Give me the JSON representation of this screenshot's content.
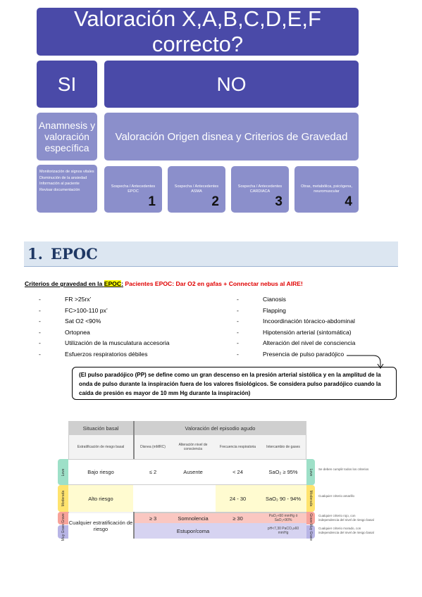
{
  "flowchart": {
    "question": "Valoración X,A,B,C,D,E,F correcto?",
    "yes": "SI",
    "no": "NO",
    "anamnesis": "Anamnesis y valoración específica",
    "valoracion": "Valoración Origen disnea y Criterios de Gravedad",
    "yes_actions": [
      "Monitorización de signos vitales",
      "Disminución de la ansiedad",
      "Información al paciente",
      "Revisar documentación"
    ],
    "branches": [
      {
        "text": "Sospecha / Antecedentes EPOC",
        "number": "1"
      },
      {
        "text": "Sospecha / Antecedentes ASMA",
        "number": "2"
      },
      {
        "text": "Sospecha / Antecedentes CARDIACA",
        "number": "3"
      },
      {
        "text": "Otras, metabólica, psicógena, neuromuscular",
        "number": "4"
      }
    ]
  },
  "section": {
    "number": "1.",
    "title": "EPOC"
  },
  "criteria": {
    "lead": "Criterios de gravedad en la ",
    "lead_highlight": "EPOC",
    "lead_colon": ":",
    "instruction": " Pacientes EPOC: Dar O2 en gafas + Connectar nebus al AIRE!",
    "left": [
      "FR >25rx’",
      "FC>100-110 px’",
      "Sat O2 <90%",
      "Ortopnea",
      "Utilización de la musculatura accesoria",
      "Esfuerzos respiratorios débiles"
    ],
    "right": [
      "Cianosis",
      "Flapping",
      "Incoordinación tóracico-abdominal",
      "Hipotensión arterial (sintomática)",
      "Alteración del nivel de consciencia",
      "Presencia de pulso paradójico"
    ],
    "dash": "-"
  },
  "pulso_paradojico": "(El pulso paradójico (PP) se define como un gran descenso en la presión arterial sistólica y en la amplitud de la onda de pulso durante la inspiración fuera de los valores fisiológicos. Se considera pulso paradójico cuando la caída de presión es mayor de 10 mm Hg durante la inspiración)",
  "table": {
    "header_left": "Situación basal",
    "header_right": "Valoración del episodio agudo",
    "columns": [
      "Estratificación de riesgo basal",
      "Disnea (mMRC)",
      "Alteración nivel de consciencia",
      "Frecuencia respiratoria",
      "Intercambio de gases"
    ],
    "levels": [
      {
        "name": "Leve",
        "color": "#9ee0c8"
      },
      {
        "name": "Moderada",
        "color": "#ffe36e"
      },
      {
        "name": "Grave",
        "color": "#f7a39b"
      },
      {
        "name": "Muy Grave",
        "color": "#b8b5e6"
      }
    ],
    "rows": {
      "leve": {
        "riesgo": "Bajo riesgo",
        "disnea": "≤ 2",
        "consciencia": "Ausente",
        "fr": "< 24",
        "gases": "SaO₂ ≥ 95%"
      },
      "moderada": {
        "riesgo": "Alto riesgo",
        "fr": "24 - 30",
        "gases": "SaO₂ 90 - 94%"
      },
      "grave": {
        "riesgo": "Cualquier estratificación de riesgo",
        "disnea": "≥ 3",
        "consciencia": "Somnolencia",
        "fr": "≥ 30",
        "gases": "PaO₂<60 mmHg ó SaO₂<90%"
      },
      "muy_grave": {
        "consciencia": "Estupor/coma",
        "gases": "pH<7,30 PaCO₂≥60 mmHg"
      }
    },
    "notes": [
      "Se deben cumplir todos los criterios",
      "Cualquier criterio amarillo",
      "Cualquier criterio rojo, con independencia del nivel de riesgo basal",
      "Cualquier criterio morado, con independencia del nivel de riesgo basal"
    ]
  }
}
